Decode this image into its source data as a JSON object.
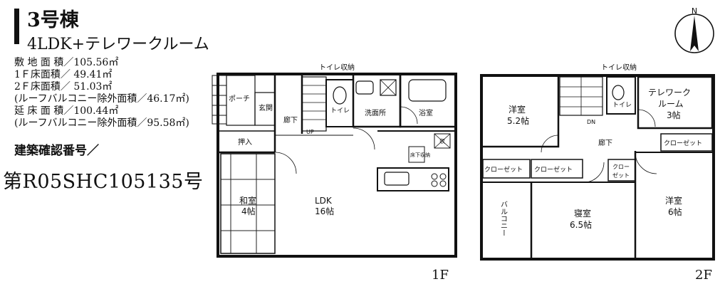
{
  "header": {
    "building": "3号棟",
    "layout": "4LDK+テレワークルーム"
  },
  "specs": [
    "敷 地 面 積／105.56㎡",
    "1Ｆ床面積／ 49.41㎡",
    "2Ｆ床面積／ 51.03㎡",
    "(ルーフバルコニー除外面積／46.17㎡)",
    "延 床 面 積／100.44㎡",
    "(ルーフバルコニー除外面積／95.58㎡)"
  ],
  "confirmation": {
    "label": "建築確認番号／",
    "number": "第R05SHC105135号"
  },
  "compass": {
    "label": "N"
  },
  "floor1": {
    "floor_label": "1F",
    "rooms": {
      "porch": "ポーチ",
      "entrance": "玄関",
      "hallway": "廊下",
      "up": "UP",
      "toilet_storage": "トイレ収納",
      "toilet": "トイレ",
      "washroom": "洗面所",
      "bathroom": "浴室",
      "storage": "収",
      "under_floor": "床下収納",
      "closet": "押入",
      "washitsu": "和室",
      "washitsu_size": "4帖",
      "ldk": "LDK",
      "ldk_size": "16帖"
    }
  },
  "floor2": {
    "floor_label": "2F",
    "rooms": {
      "toilet_storage": "トイレ収納",
      "toilet": "トイレ",
      "western1": "洋室",
      "western1_size": "5.2帖",
      "telework": "テレワーク",
      "telework_room": "ルーム",
      "telework_size": "3帖",
      "dn": "DN",
      "hallway": "廊下",
      "closet_a": "クローゼット",
      "closet_b": "クローゼット",
      "closet_c": "クローゼット",
      "closet_d1": "クロー",
      "closet_d2": "ゼット",
      "balcony": "バルコニー",
      "bedroom": "寝室",
      "bedroom_size": "6.5帖",
      "western2": "洋室",
      "western2_size": "6帖"
    }
  }
}
